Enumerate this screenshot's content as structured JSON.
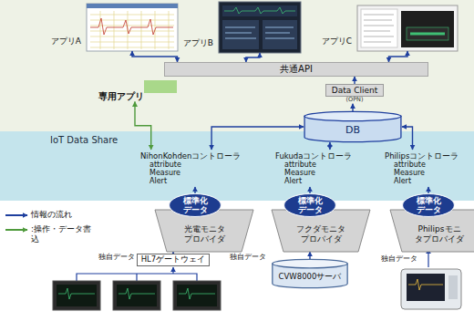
{
  "diagram": {
    "nodes": [
      {
        "text": [
          "アプリA"
        ]
      },
      {
        "text": [
          "アプリB"
        ]
      },
      {
        "text": [
          "アプリC"
        ]
      },
      {
        "text": [
          "共通API"
        ]
      },
      {
        "text": [
          "Data Client",
          "(OPN)"
        ]
      },
      {
        "text": [
          "DB"
        ]
      },
      {
        "text": [
          "専用アプリ"
        ]
      },
      {
        "text": [
          "IoT Data Share"
        ]
      },
      {
        "text": [
          "NihonKohdenコントローラ",
          "attribute",
          "Measure",
          "Alert"
        ],
        "in": 7
      },
      {
        "text": [
          "Fukudaコントローラ",
          "attribute",
          "Measure",
          "Alert"
        ],
        "in": 7
      },
      {
        "text": [
          "Philipsコントローラ",
          "attribute",
          "Measure",
          "Alert"
        ],
        "in": 7
      },
      {
        "text": [
          "標準化データ"
        ]
      },
      {
        "text": [
          "標準化データ"
        ]
      },
      {
        "text": [
          "標準化データ"
        ]
      },
      {
        "text": [
          "光電モニタ プロバイダ"
        ]
      },
      {
        "text": [
          "フクダモニタ プロバイダ"
        ]
      },
      {
        "text": [
          "Philipsモニ タプロバイダ"
        ]
      },
      {
        "text": [
          "HL7ゲートウェイ"
        ]
      },
      {
        "text": [
          "CVW8000サーバ"
        ]
      }
    ],
    "edges": [
      {
        "from": 3,
        "to": 0,
        "arrow": "both"
      },
      {
        "from": 3,
        "to": 1,
        "arrow": "both"
      },
      {
        "from": 3,
        "to": 2,
        "arrow": "both"
      },
      {
        "from": 4,
        "to": 3,
        "arrow": "to"
      },
      {
        "from": 5,
        "to": 4,
        "arrow": "to"
      },
      {
        "from": 6,
        "to": 8,
        "arrow": "both"
      },
      {
        "from": 8,
        "to": 5,
        "arrow": "both"
      },
      {
        "from": 9,
        "to": 5,
        "arrow": "both"
      },
      {
        "from": 10,
        "to": 5,
        "arrow": "both"
      },
      {
        "from": 11,
        "to": 8,
        "arrow": "to"
      },
      {
        "from": 12,
        "to": 9,
        "arrow": "to"
      },
      {
        "from": 13,
        "to": 10,
        "arrow": "to"
      },
      {
        "from": 17,
        "to": 14,
        "arrow": "to"
      },
      {
        "from": 18,
        "to": 15,
        "arrow": "to"
      }
    ],
    "labels": [
      "独自データ",
      "独自データ",
      "独自データ"
    ],
    "legend": [
      {
        "text": "情報の流れ"
      },
      {
        "text": ":操作・データ書 込"
      }
    ]
  }
}
